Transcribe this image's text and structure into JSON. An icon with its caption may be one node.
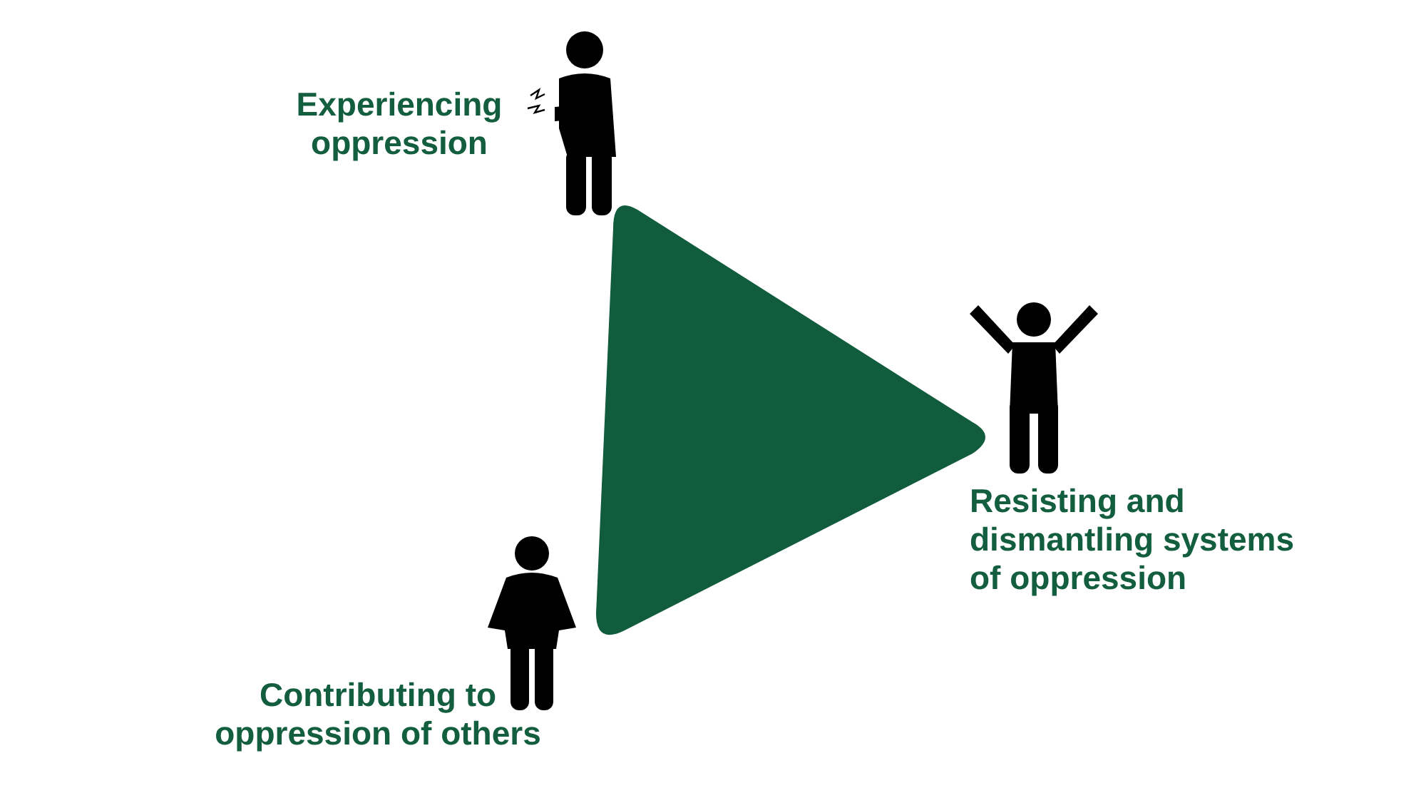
{
  "diagram": {
    "nodes": [
      {
        "text": [],
        "shape": "triangle"
      }
    ],
    "labels": [
      "Experiencing oppression",
      "Resisting and dismantling systems of oppression",
      "Contributing to oppression of others"
    ]
  }
}
